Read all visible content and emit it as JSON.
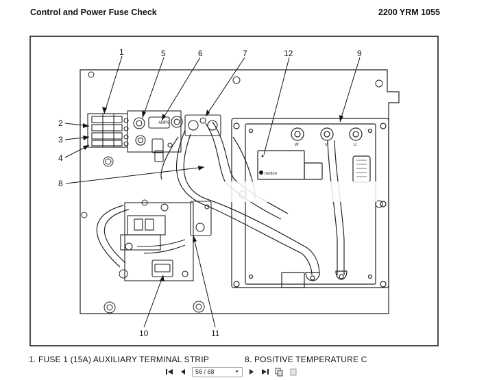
{
  "header": {
    "title": "Control and Power Fuse Check",
    "doc_code": "2200 YRM 1055"
  },
  "figure": {
    "callouts": {
      "c1": "1",
      "c2": "2",
      "c3": "3",
      "c4": "4",
      "c5": "5",
      "c6": "6",
      "c7": "7",
      "c8": "8",
      "c9": "9",
      "c10": "10",
      "c11": "11",
      "c12": "12"
    },
    "terminal_labels": {
      "w": "W",
      "v": "V",
      "u": "U"
    },
    "brand_label": "motion",
    "fuse_label": "AMPS"
  },
  "legend": {
    "item1": "1.   FUSE 1 (15A) AUXILIARY TERMINAL STRIP",
    "item8": "8.   POSITIVE TEMPERATURE C"
  },
  "toolbar": {
    "page_indicator": "56 / 68",
    "icons": [
      "first-page-icon",
      "previous-page-icon",
      "next-page-icon",
      "last-page-icon",
      "copy-page-icon",
      "single-page-icon"
    ]
  }
}
